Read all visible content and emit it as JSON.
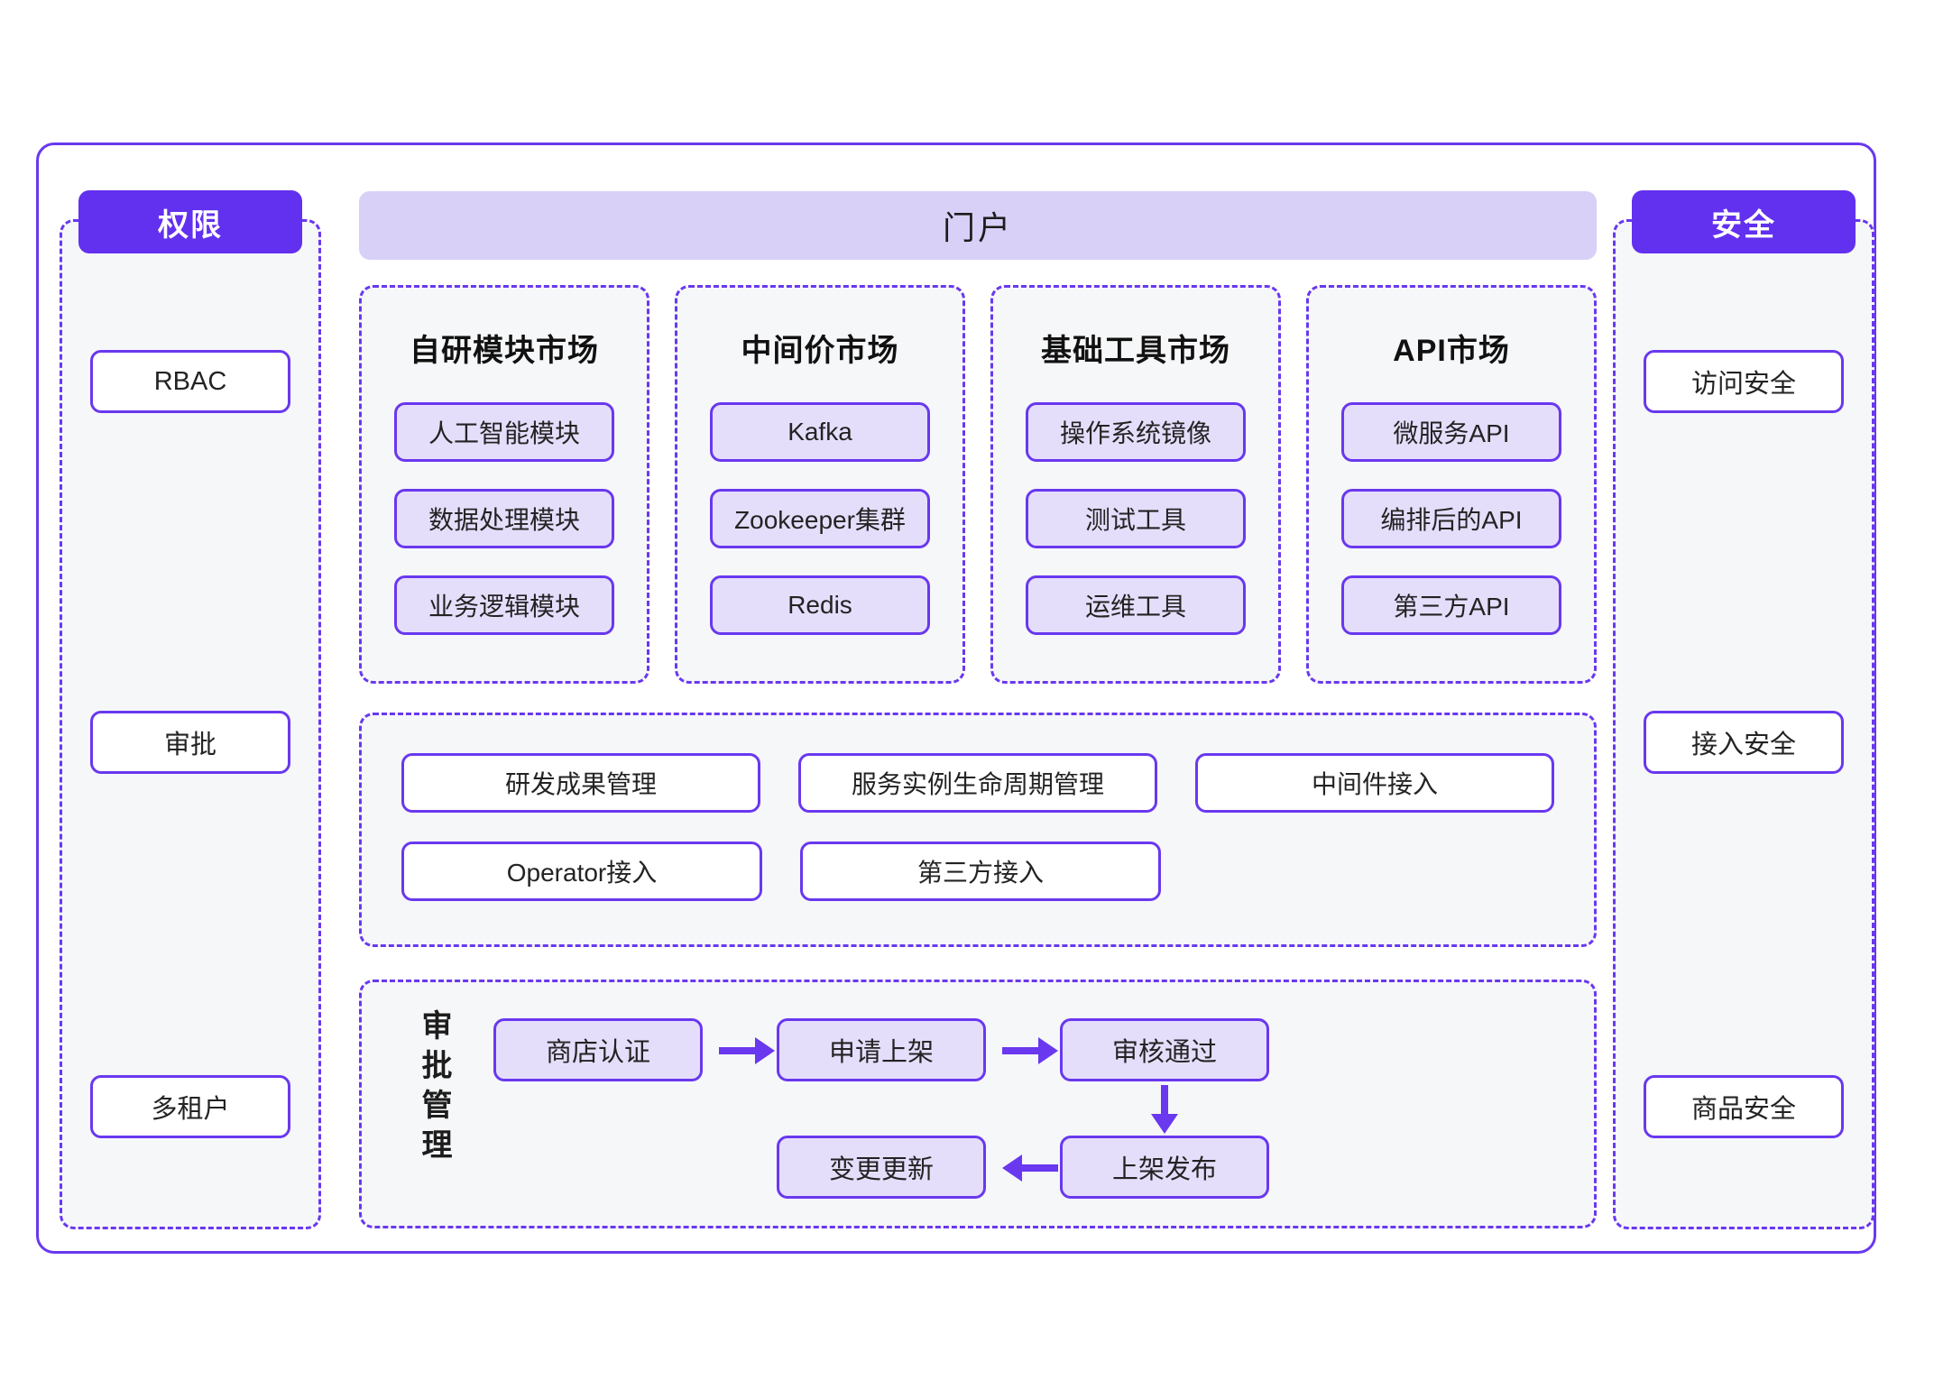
{
  "diagram": {
    "portal": {
      "label": "门户"
    },
    "left_column": {
      "header": "权限",
      "items": [
        "RBAC",
        "审批",
        "多租户"
      ]
    },
    "right_column": {
      "header": "安全",
      "items": [
        "访问安全",
        "接入安全",
        "商品安全"
      ]
    },
    "markets": [
      {
        "title": "自研模块市场",
        "items": [
          "人工智能模块",
          "数据处理模块",
          "业务逻辑模块"
        ]
      },
      {
        "title": "中间价市场",
        "items": [
          "Kafka",
          "Zookeeper集群",
          "Redis"
        ]
      },
      {
        "title": "基础工具市场",
        "items": [
          "操作系统镜像",
          "测试工具",
          "运维工具"
        ]
      },
      {
        "title": "API市场",
        "items": [
          "微服务API",
          "编排后的API",
          "第三方API"
        ]
      }
    ],
    "capabilities": {
      "row1": [
        "研发成果管理",
        "服务实例生命周期管理",
        "中间件接入"
      ],
      "row2": [
        "Operator接入",
        "第三方接入"
      ]
    },
    "workflow": {
      "label": "审批管理",
      "nodes": [
        "商店认证",
        "申请上架",
        "审核通过",
        "上架发布",
        "变更更新"
      ]
    },
    "colors": {
      "primary": "#6938ef",
      "header_fill": "#6230ef",
      "banner_fill": "#d8d0f7",
      "chip_fill": "#e5defb",
      "panel_fill": "#f6f7f9"
    }
  }
}
